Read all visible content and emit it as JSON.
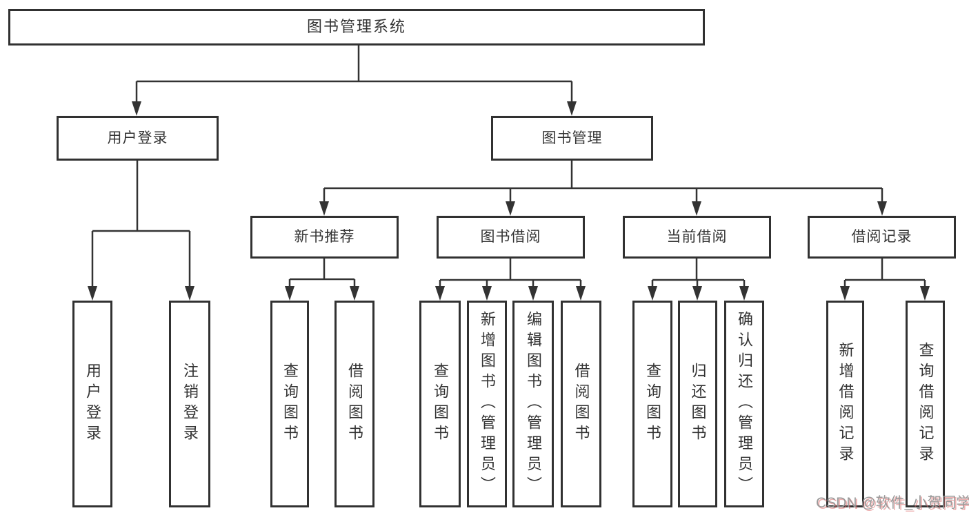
{
  "diagram": {
    "type": "hierarchy-tree",
    "title": "图书管理系统",
    "colors": {
      "line": "#333333",
      "box_border": "#313131",
      "text": "#333333",
      "background": "#ffffff",
      "watermark_gray": "#9a9a9a",
      "watermark_red_shadow": "#de6e6e"
    },
    "root": {
      "label": "图书管理系统"
    },
    "user_branch": {
      "label": "用户登录",
      "children": [
        {
          "label": "用户登录"
        },
        {
          "label": "注销登录"
        }
      ]
    },
    "book_branch": {
      "label": "图书管理",
      "groups": [
        {
          "label": "新书推荐",
          "children": [
            {
              "label": "查询图书"
            },
            {
              "label": "借阅图书"
            }
          ]
        },
        {
          "label": "图书借阅",
          "children": [
            {
              "label": "查询图书"
            },
            {
              "label": "新增图书（管理员）"
            },
            {
              "label": "编辑图书（管理员）"
            },
            {
              "label": "借阅图书"
            }
          ]
        },
        {
          "label": "当前借阅",
          "children": [
            {
              "label": "查询图书"
            },
            {
              "label": "归还图书"
            },
            {
              "label": "确认归还（管理员）"
            }
          ]
        },
        {
          "label": "借阅记录",
          "children": [
            {
              "label": "新增借阅记录"
            },
            {
              "label": "查询借阅记录"
            }
          ]
        }
      ]
    }
  },
  "watermark": {
    "text": "CSDN @软件_小贺同学"
  }
}
